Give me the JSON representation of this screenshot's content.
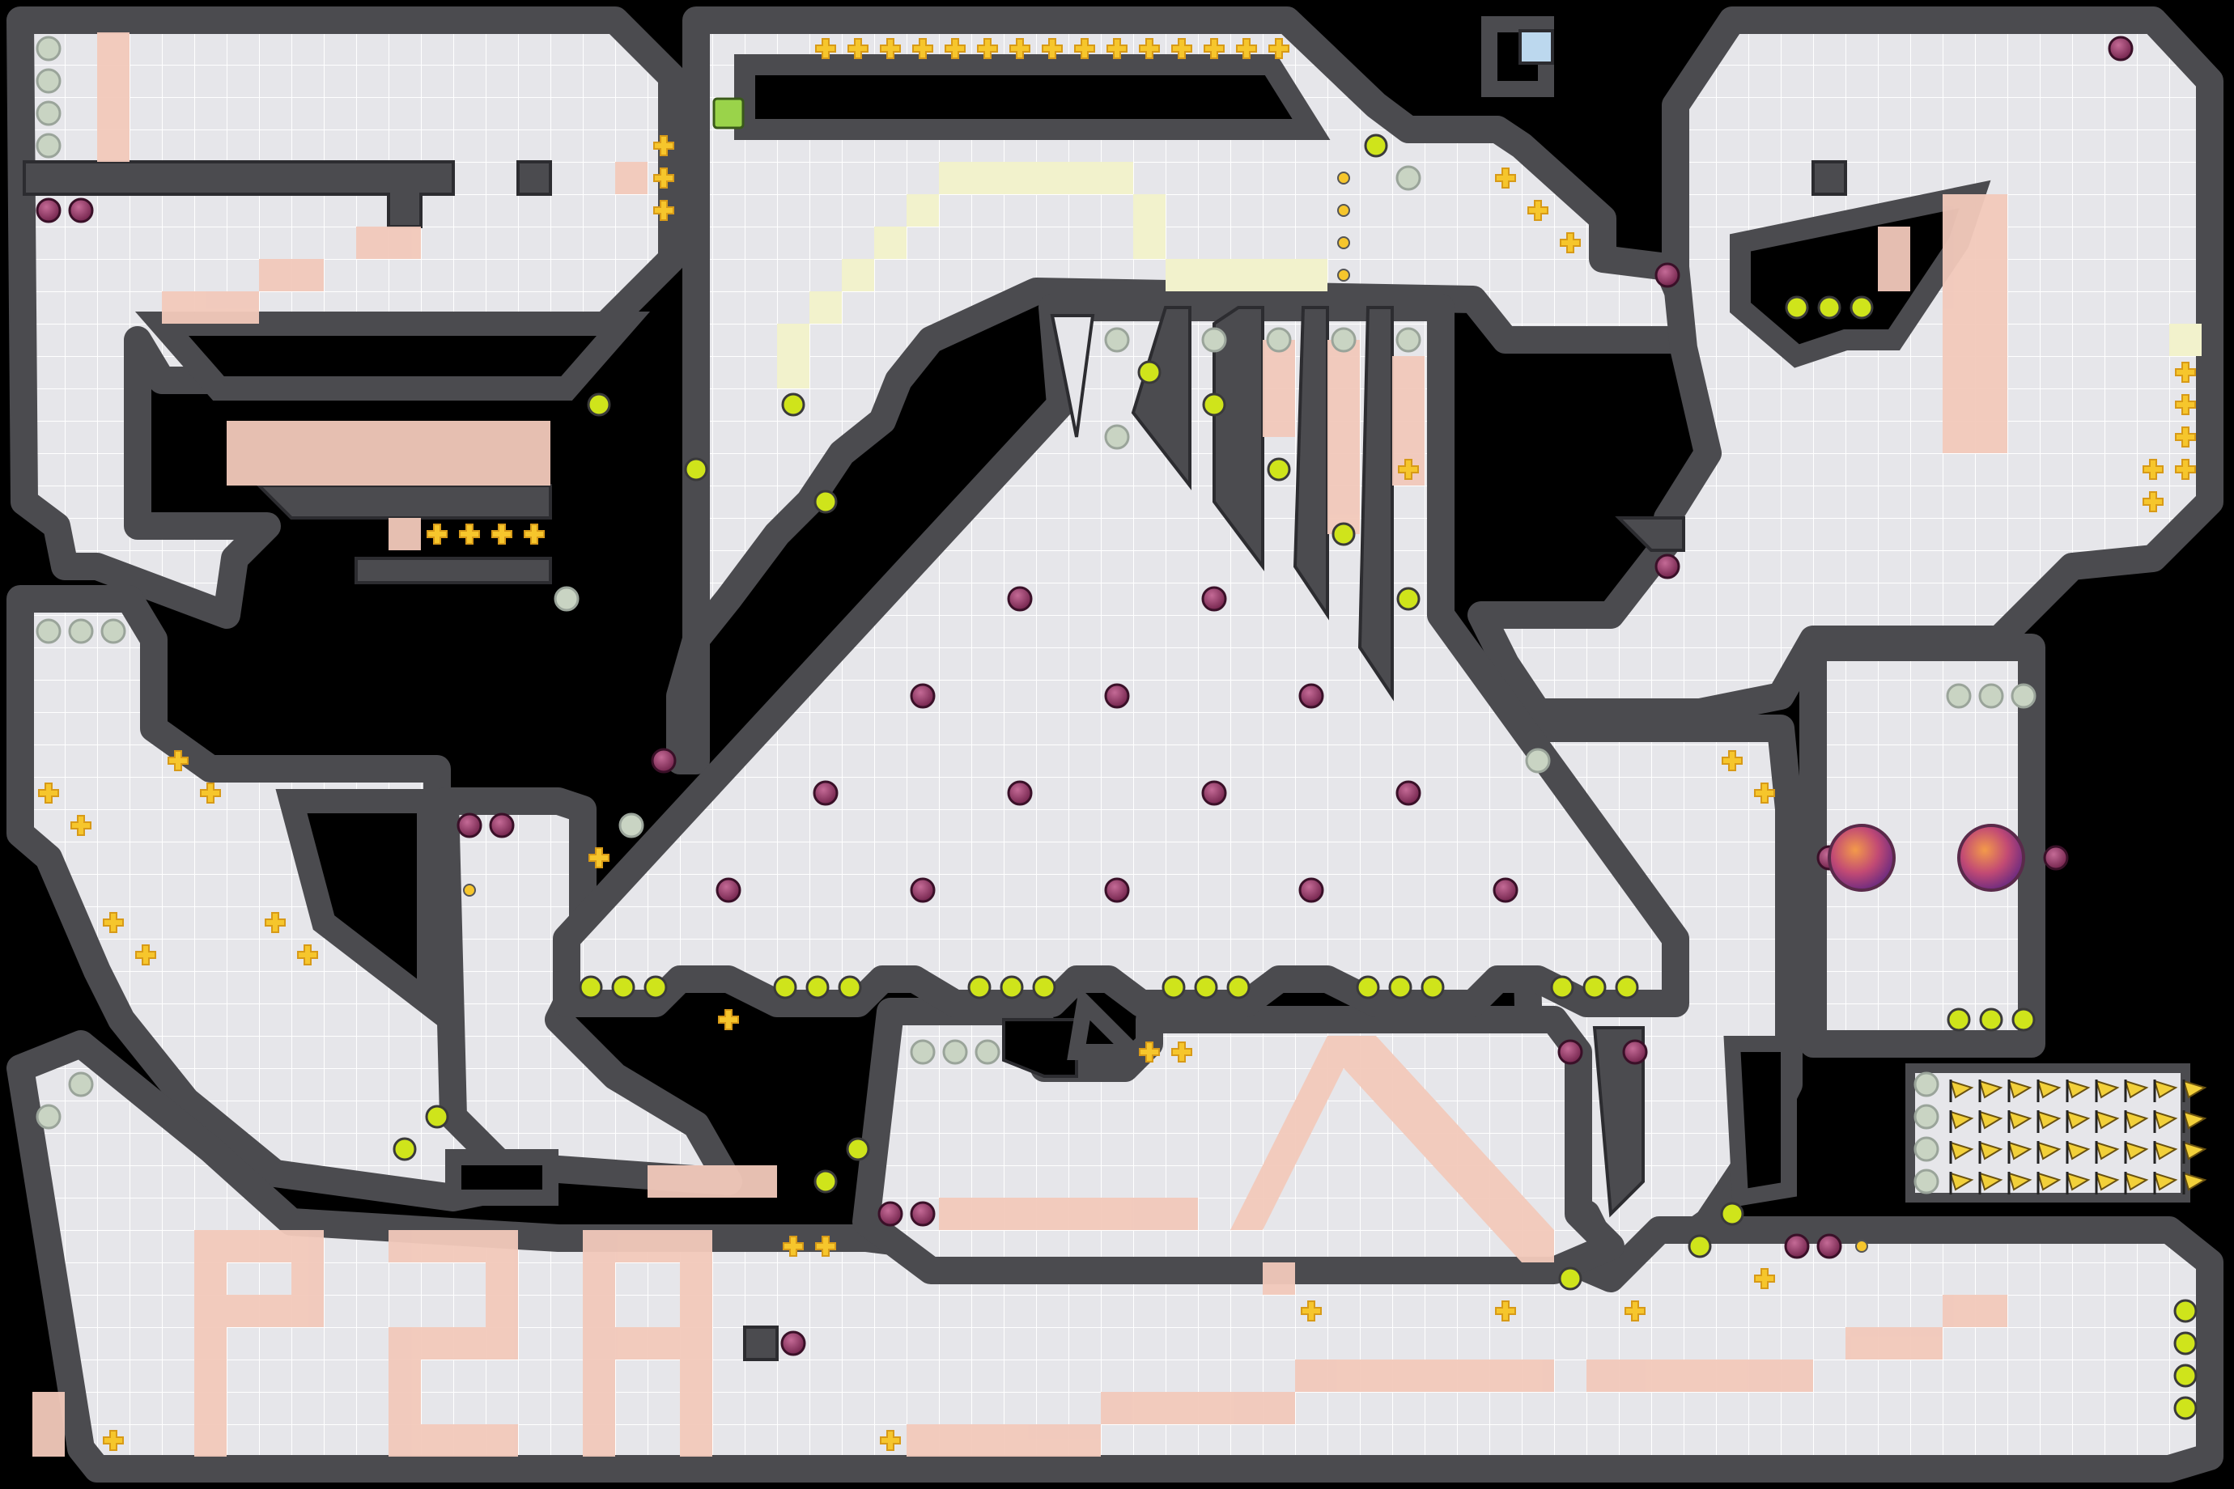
{
  "game": {
    "kind": "tile-maze-level",
    "floor_text": "P2A",
    "colors": {
      "background": "#000000",
      "floor": "#e6e6ea",
      "grid": "#ffffff",
      "wall": "#4b4b4f",
      "wall_edge": "#2c2c30",
      "trail_pink": "#f2c9bb",
      "trail_yellow": "#f2f2cc",
      "pellet": "#cfe41b",
      "pellet_eaten": "#c9d4c3",
      "enemy": "#8e2f5d",
      "power": "#f6c62c",
      "player": "#c24a74",
      "flag": "#f2d03a",
      "gem": "#9ad34a",
      "portal": "#bcd8ee"
    },
    "icons": {
      "pellet": "green-dot-icon",
      "enemy": "purple-blob-icon",
      "power": "yellow-cross-icon",
      "player": "orange-orb-icon",
      "flag": "yellow-flag-icon",
      "gem": "green-square-icon",
      "portal": "blue-square-icon"
    },
    "counts": {
      "flags": 36
    }
  }
}
